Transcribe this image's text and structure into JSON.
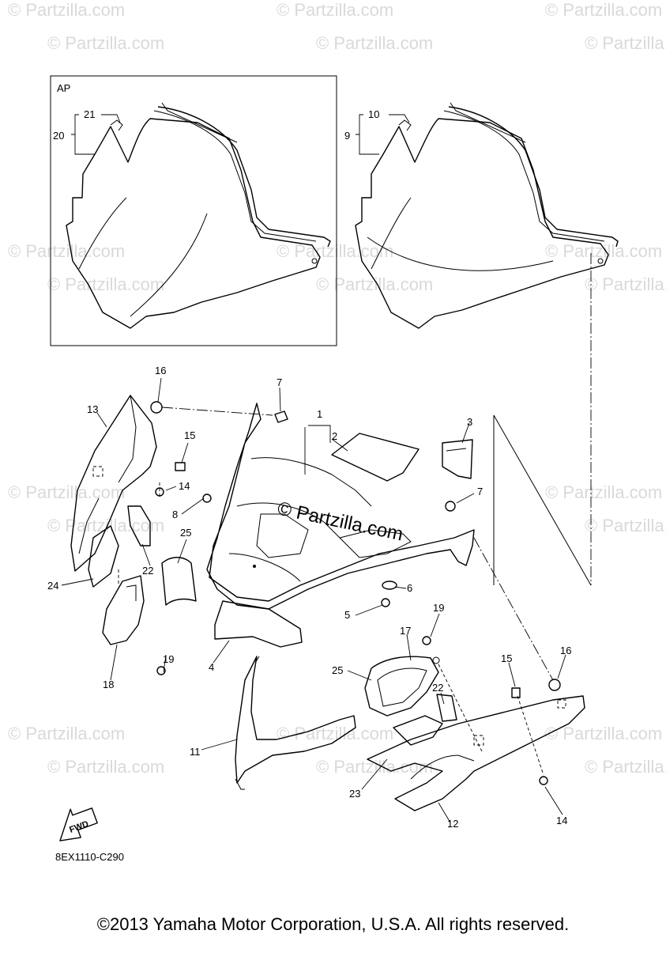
{
  "watermark": "© Partzilla.com",
  "center_watermark": "© Partzilla.com",
  "inset_label": "AP",
  "drawing_code": "8EX1110-C290",
  "fwd_label": "FWD",
  "copyright": "©2013 Yamaha Motor Corporation, U.S.A. All rights reserved.",
  "callouts": {
    "c1": "1",
    "c2": "2",
    "c3": "3",
    "c4": "4",
    "c5": "5",
    "c6": "6",
    "c7a": "7",
    "c7b": "7",
    "c8": "8",
    "c9": "9",
    "c10": "10",
    "c11": "11",
    "c12": "12",
    "c13": "13",
    "c14a": "14",
    "c14b": "14",
    "c15a": "15",
    "c15b": "15",
    "c16a": "16",
    "c16b": "16",
    "c17": "17",
    "c18": "18",
    "c19a": "19",
    "c19b": "19",
    "c20": "20",
    "c21": "21",
    "c22a": "22",
    "c22b": "22",
    "c23": "23",
    "c24": "24",
    "c25a": "25",
    "c25b": "25"
  }
}
